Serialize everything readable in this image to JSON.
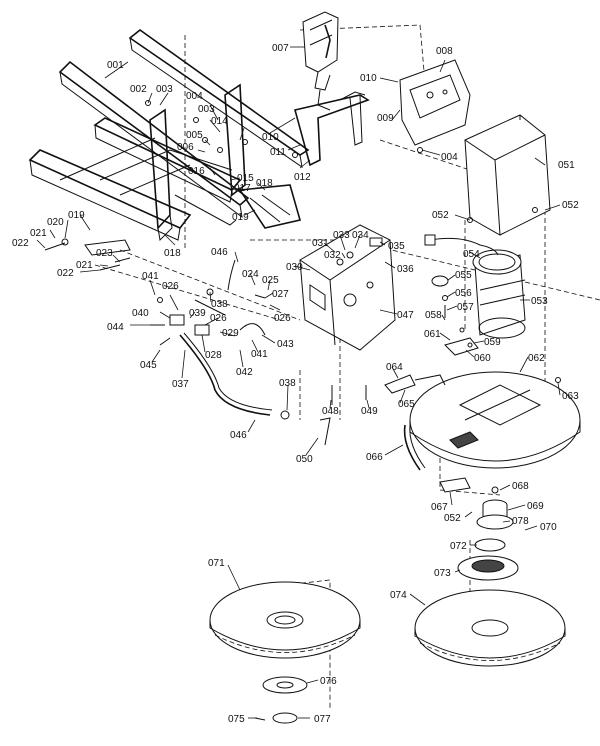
{
  "callouts": [
    {
      "id": "001",
      "text": "001"
    },
    {
      "id": "002",
      "text": "002"
    },
    {
      "id": "003a",
      "text": "003"
    },
    {
      "id": "004a",
      "text": "004"
    },
    {
      "id": "003b",
      "text": "003"
    },
    {
      "id": "014",
      "text": "014"
    },
    {
      "id": "005",
      "text": "005"
    },
    {
      "id": "006",
      "text": "006"
    },
    {
      "id": "007",
      "text": "007"
    },
    {
      "id": "008",
      "text": "008"
    },
    {
      "id": "010a",
      "text": "010"
    },
    {
      "id": "009",
      "text": "009"
    },
    {
      "id": "010b",
      "text": "010"
    },
    {
      "id": "011",
      "text": "011"
    },
    {
      "id": "012",
      "text": "012"
    },
    {
      "id": "004b",
      "text": "004"
    },
    {
      "id": "051",
      "text": "051"
    },
    {
      "id": "016",
      "text": "016"
    },
    {
      "id": "015",
      "text": "015"
    },
    {
      "id": "017",
      "text": "017"
    },
    {
      "id": "018a",
      "text": "018"
    },
    {
      "id": "019a",
      "text": "019"
    },
    {
      "id": "019b",
      "text": "019"
    },
    {
      "id": "020",
      "text": "020"
    },
    {
      "id": "021a",
      "text": "021"
    },
    {
      "id": "022a",
      "text": "022"
    },
    {
      "id": "018b",
      "text": "018"
    },
    {
      "id": "023",
      "text": "023"
    },
    {
      "id": "021b",
      "text": "021"
    },
    {
      "id": "022b",
      "text": "022"
    },
    {
      "id": "052a",
      "text": "052"
    },
    {
      "id": "052b",
      "text": "052"
    },
    {
      "id": "031",
      "text": "031"
    },
    {
      "id": "033",
      "text": "033"
    },
    {
      "id": "034",
      "text": "034"
    },
    {
      "id": "035",
      "text": "035"
    },
    {
      "id": "032",
      "text": "032"
    },
    {
      "id": "030",
      "text": "030"
    },
    {
      "id": "036",
      "text": "036"
    },
    {
      "id": "046a",
      "text": "046"
    },
    {
      "id": "024",
      "text": "024"
    },
    {
      "id": "025",
      "text": "025"
    },
    {
      "id": "027",
      "text": "027"
    },
    {
      "id": "026a",
      "text": "026"
    },
    {
      "id": "041a",
      "text": "041"
    },
    {
      "id": "038a",
      "text": "038"
    },
    {
      "id": "026b",
      "text": "026"
    },
    {
      "id": "039",
      "text": "039"
    },
    {
      "id": "040",
      "text": "040"
    },
    {
      "id": "026c",
      "text": "026"
    },
    {
      "id": "029",
      "text": "029"
    },
    {
      "id": "044",
      "text": "044"
    },
    {
      "id": "028",
      "text": "028"
    },
    {
      "id": "043",
      "text": "043"
    },
    {
      "id": "045",
      "text": "045"
    },
    {
      "id": "042",
      "text": "042"
    },
    {
      "id": "041b",
      "text": "041"
    },
    {
      "id": "037",
      "text": "037"
    },
    {
      "id": "054",
      "text": "054"
    },
    {
      "id": "055",
      "text": "055"
    },
    {
      "id": "056",
      "text": "056"
    },
    {
      "id": "057",
      "text": "057"
    },
    {
      "id": "053",
      "text": "053"
    },
    {
      "id": "047",
      "text": "047"
    },
    {
      "id": "058",
      "text": "058"
    },
    {
      "id": "061",
      "text": "061"
    },
    {
      "id": "059",
      "text": "059"
    },
    {
      "id": "060",
      "text": "060"
    },
    {
      "id": "062",
      "text": "062"
    },
    {
      "id": "064",
      "text": "064"
    },
    {
      "id": "063",
      "text": "063"
    },
    {
      "id": "065",
      "text": "065"
    },
    {
      "id": "038b",
      "text": "038"
    },
    {
      "id": "048",
      "text": "048"
    },
    {
      "id": "049",
      "text": "049"
    },
    {
      "id": "046b",
      "text": "046"
    },
    {
      "id": "050",
      "text": "050"
    },
    {
      "id": "066",
      "text": "066"
    },
    {
      "id": "068",
      "text": "068"
    },
    {
      "id": "067",
      "text": "067"
    },
    {
      "id": "069",
      "text": "069"
    },
    {
      "id": "052c",
      "text": "052"
    },
    {
      "id": "078",
      "text": "078"
    },
    {
      "id": "070",
      "text": "070"
    },
    {
      "id": "072",
      "text": "072"
    },
    {
      "id": "073",
      "text": "073"
    },
    {
      "id": "071",
      "text": "071"
    },
    {
      "id": "074",
      "text": "074"
    },
    {
      "id": "076",
      "text": "076"
    },
    {
      "id": "075",
      "text": "075"
    },
    {
      "id": "077",
      "text": "077"
    }
  ]
}
